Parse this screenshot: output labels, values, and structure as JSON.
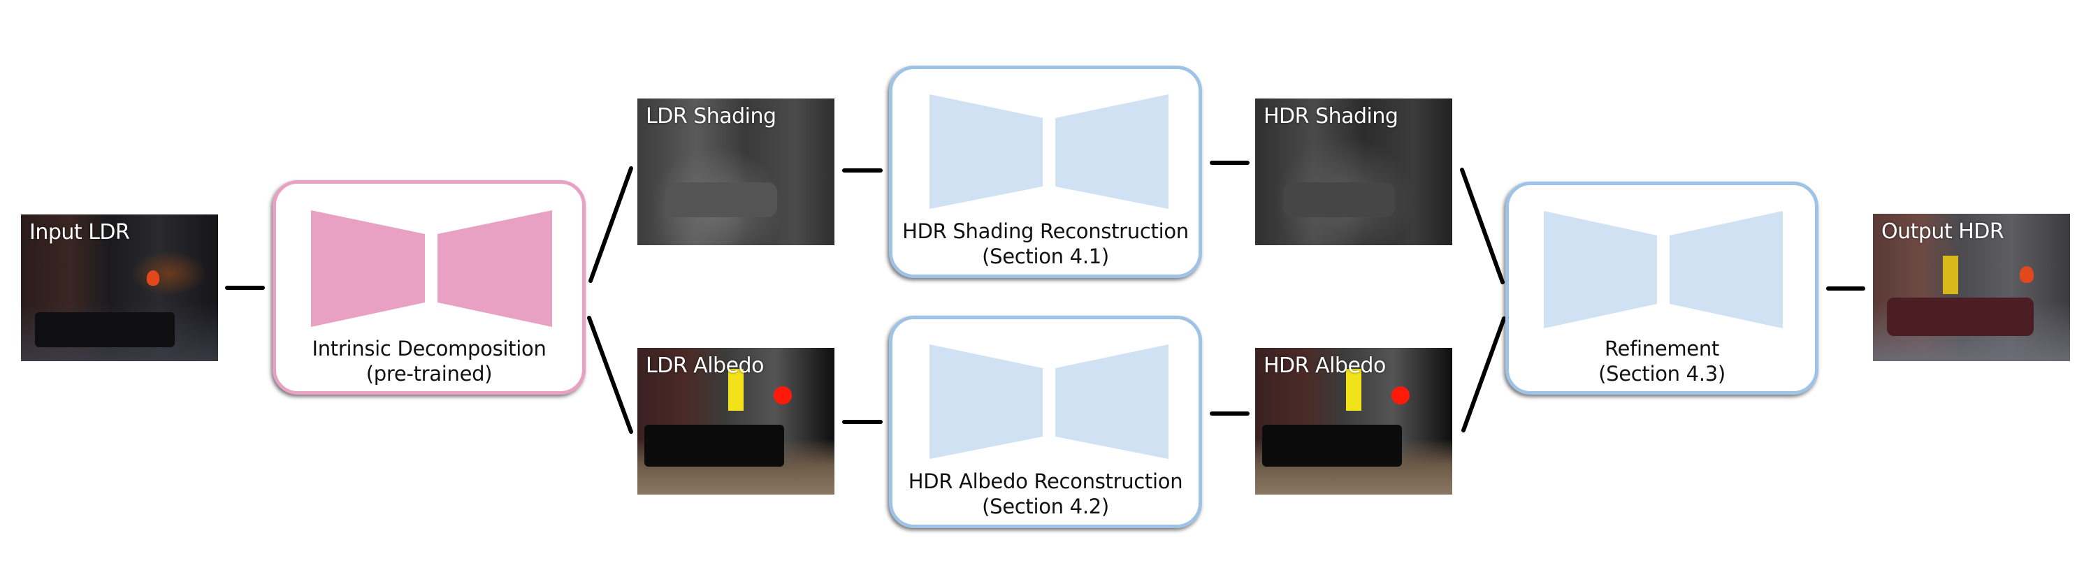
{
  "colors": {
    "pretrained_accent": "#e8a0c3",
    "trainable_accent": "#9fc3e6",
    "trainable_fill": "#cfe1f2",
    "connector": "#000000"
  },
  "images": {
    "input_ldr": "Input LDR",
    "ldr_shading": "LDR Shading",
    "ldr_albedo": "LDR Albedo",
    "hdr_shading": "HDR Shading",
    "hdr_albedo": "HDR Albedo",
    "output_hdr": "Output HDR"
  },
  "modules": {
    "intrinsic": {
      "title": "Intrinsic Decomposition",
      "subtitle": "(pre-trained)"
    },
    "shading": {
      "title": "HDR Shading Reconstruction",
      "subtitle": "(Section 4.1)"
    },
    "albedo": {
      "title": "HDR Albedo Reconstruction",
      "subtitle": "(Section 4.2)"
    },
    "refinement": {
      "title": "Refinement",
      "subtitle": "(Section 4.3)"
    }
  }
}
